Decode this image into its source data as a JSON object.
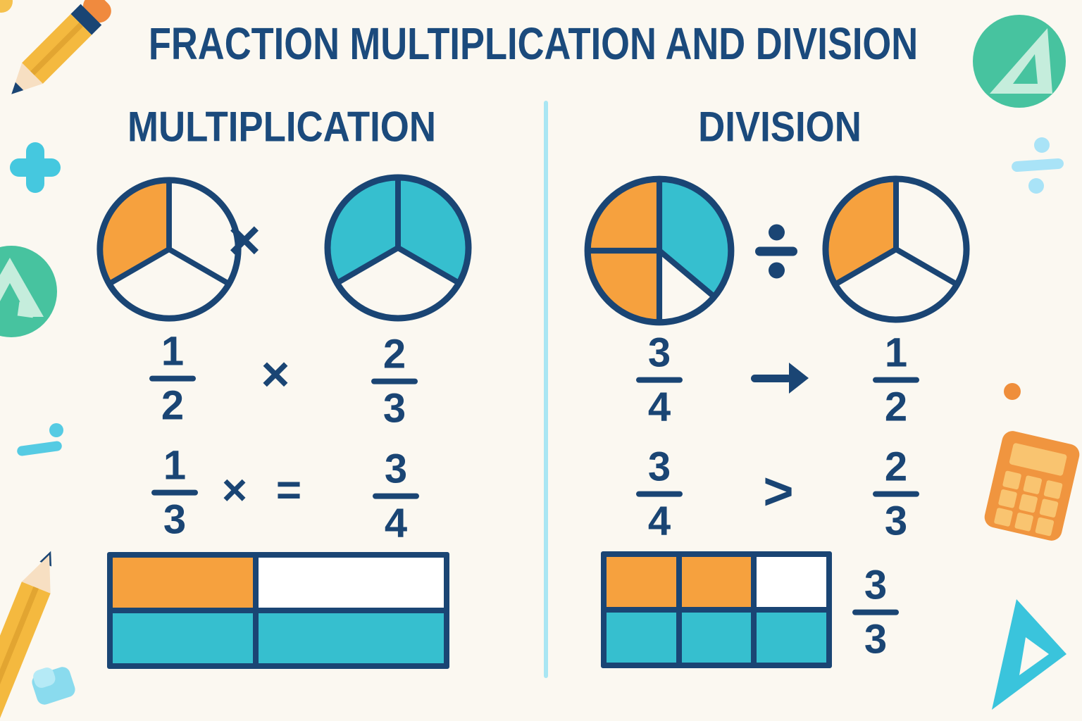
{
  "title": "FRACTION MULTIPLICATION AND DIVISION",
  "multiplication": {
    "heading": "MULTIPLICATION",
    "pie_operator": "×",
    "pie1": {
      "shaded_parts": 1,
      "total_parts": 3,
      "shade_color": "orange"
    },
    "pie2": {
      "shaded_parts": 2,
      "total_parts": 3,
      "shade_color": "teal"
    },
    "equation1": {
      "fraction1": {
        "numerator": "1",
        "denominator": "2"
      },
      "operator": "×",
      "fraction2": {
        "numerator": "2",
        "denominator": "3"
      }
    },
    "equation2": {
      "fraction1": {
        "numerator": "1",
        "denominator": "3"
      },
      "operator1": "×",
      "operator2": "=",
      "fraction2": {
        "numerator": "3",
        "denominator": "4"
      }
    },
    "bar_model": {
      "rows": 2,
      "cols": 2,
      "cells": [
        [
          "orange",
          "white"
        ],
        [
          "teal",
          "teal"
        ]
      ]
    }
  },
  "division": {
    "heading": "DIVISION",
    "pie_operator": "÷",
    "pie1": {
      "description": "two orange quarters on left, teal sector upper right, white wedge lower right",
      "total_parts": 4
    },
    "pie2": {
      "shaded_parts": 1,
      "total_parts": 3,
      "shade_color": "orange"
    },
    "equation1": {
      "fraction1": {
        "numerator": "3",
        "denominator": "4"
      },
      "operator": "→",
      "fraction2": {
        "numerator": "1",
        "denominator": "2"
      }
    },
    "equation2": {
      "fraction1": {
        "numerator": "3",
        "denominator": "4"
      },
      "operator": ">",
      "fraction2": {
        "numerator": "2",
        "denominator": "3"
      }
    },
    "bar_model": {
      "rows": 2,
      "cols": 3,
      "cells": [
        [
          "orange",
          "orange",
          "white"
        ],
        [
          "teal",
          "teal",
          "teal"
        ]
      ]
    },
    "bar_label": {
      "numerator": "3",
      "denominator": "3"
    }
  },
  "decorations": {
    "top_left": [
      "pencil-icon",
      "plus-icon"
    ],
    "left": [
      "set-square-badge-icon",
      "divide-icon"
    ],
    "bottom_left": [
      "pencil-icon",
      "eraser-icon"
    ],
    "top_right": [
      "set-square-badge-icon",
      "divide-icon"
    ],
    "right": [
      "orange-dot",
      "calculator-icon"
    ],
    "bottom_right": [
      "set-square-icon"
    ]
  },
  "colors": {
    "navy": "#1A4574",
    "heading_navy": "#1B4A7C",
    "orange": "#F6A13E",
    "teal": "#36BFCF",
    "divider_blue": "#A9E6F3",
    "background": "#FBF8F1",
    "green": "#47C39F",
    "mint": "#C5EDDC",
    "cyan": "#45C8DF",
    "pale_blue": "#A9E3F7",
    "calculator_orange": "#F0953F",
    "calculator_keys": "#F9C470"
  }
}
